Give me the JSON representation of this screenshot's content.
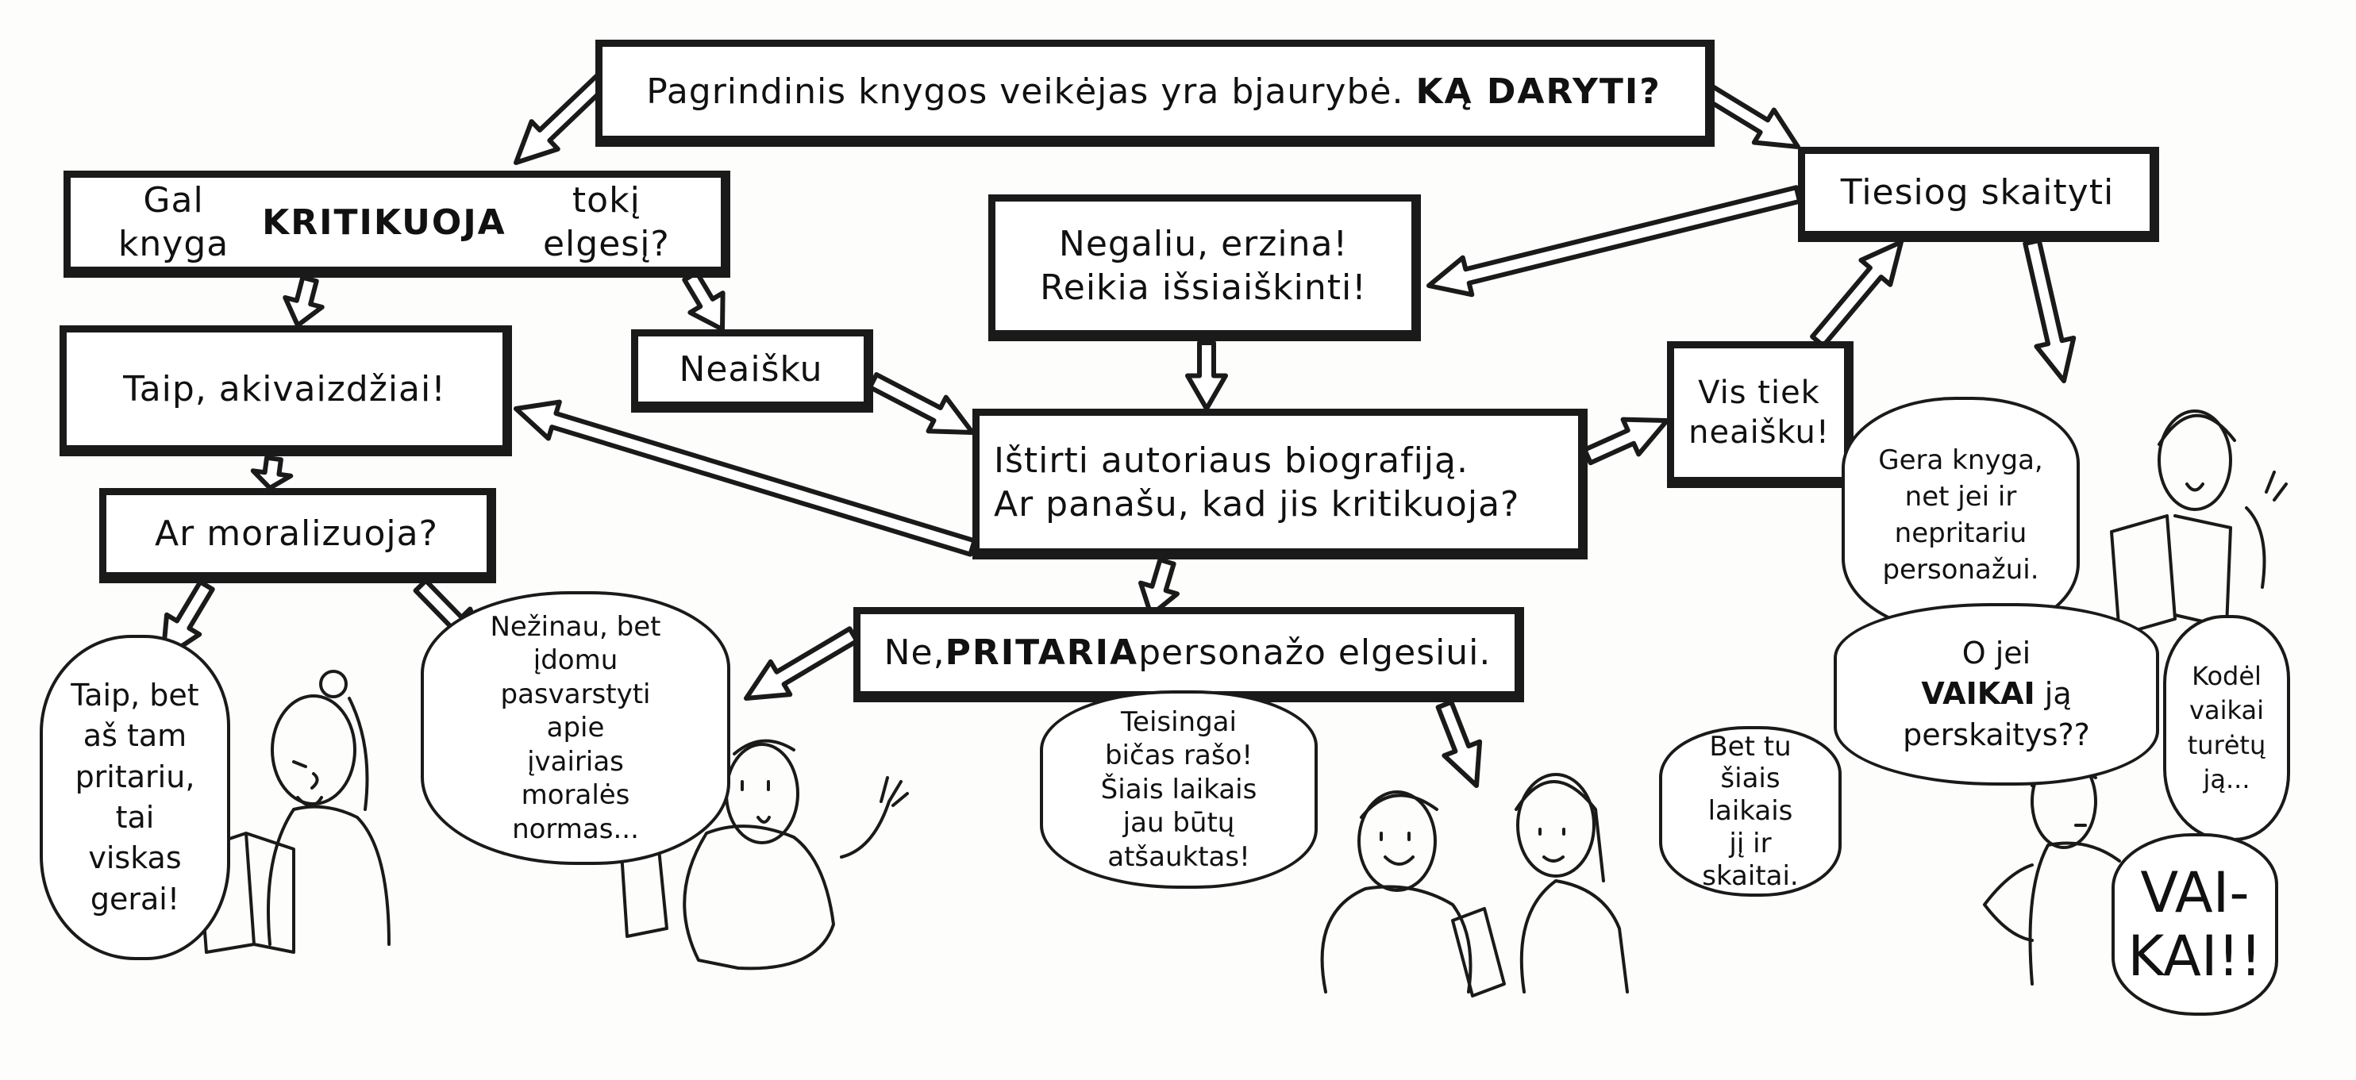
{
  "flowchart": {
    "start": {
      "text_a": "Pagrindinis knygos veikėjas yra bjaurybė. ",
      "text_b": "KĄ DARYTI?"
    },
    "critique": {
      "text_a": "Gal knyga ",
      "text_em": "KRITIKUOJA",
      "text_b": " tokį elgesį?"
    },
    "yes_obviously": {
      "text": "Taip, akivaizdžiai!"
    },
    "unclear": {
      "text": "Neaišku"
    },
    "moralizes": {
      "text": "Ar moralizuoja?"
    },
    "cant_stand": {
      "line1": "Negaliu, erzina!",
      "line2": "Reikia išsiaiškinti!"
    },
    "just_read": {
      "text": "Tiesiog skaityti"
    },
    "research": {
      "line1": "Ištirti autoriaus biografiją.",
      "line2": "Ar panašu, kad jis kritikuoja?"
    },
    "still_unclear": {
      "line1": "Vis tiek",
      "line2": "neaišku!"
    },
    "approves": {
      "text_a": "Ne, ",
      "text_em": "PRITARIA",
      "text_b": " personažo elgesiui."
    }
  },
  "bubbles": {
    "agree_ok": [
      "Taip, bet",
      "aš tam",
      "pritariu,",
      "tai",
      "viskas",
      "gerai!"
    ],
    "dont_know": [
      "Nežinau, bet",
      "įdomu",
      "pasvarstyti",
      "apie",
      "įvairias",
      "moralės",
      "normas..."
    ],
    "rightly": [
      "Teisingai",
      "bičas rašo!",
      "Šiais laikais",
      "jau būtų",
      "atšauktas!"
    ],
    "but_you": [
      "Bet tu",
      "šiais",
      "laikais",
      "jį ir",
      "skaitai."
    ],
    "good_book": [
      "Gera knyga,",
      "net jei ir",
      "nepritariu",
      "personažui."
    ],
    "what_if_kids": {
      "line1": "O jei",
      "em": "VAIKAI",
      "after_em": " ją",
      "line3": "perskaitys??"
    },
    "why_kids": [
      "Kodėl",
      "vaikai",
      "turėtų",
      "ją..."
    ],
    "kids_shout": [
      "VAI-",
      "KAI!!"
    ]
  }
}
